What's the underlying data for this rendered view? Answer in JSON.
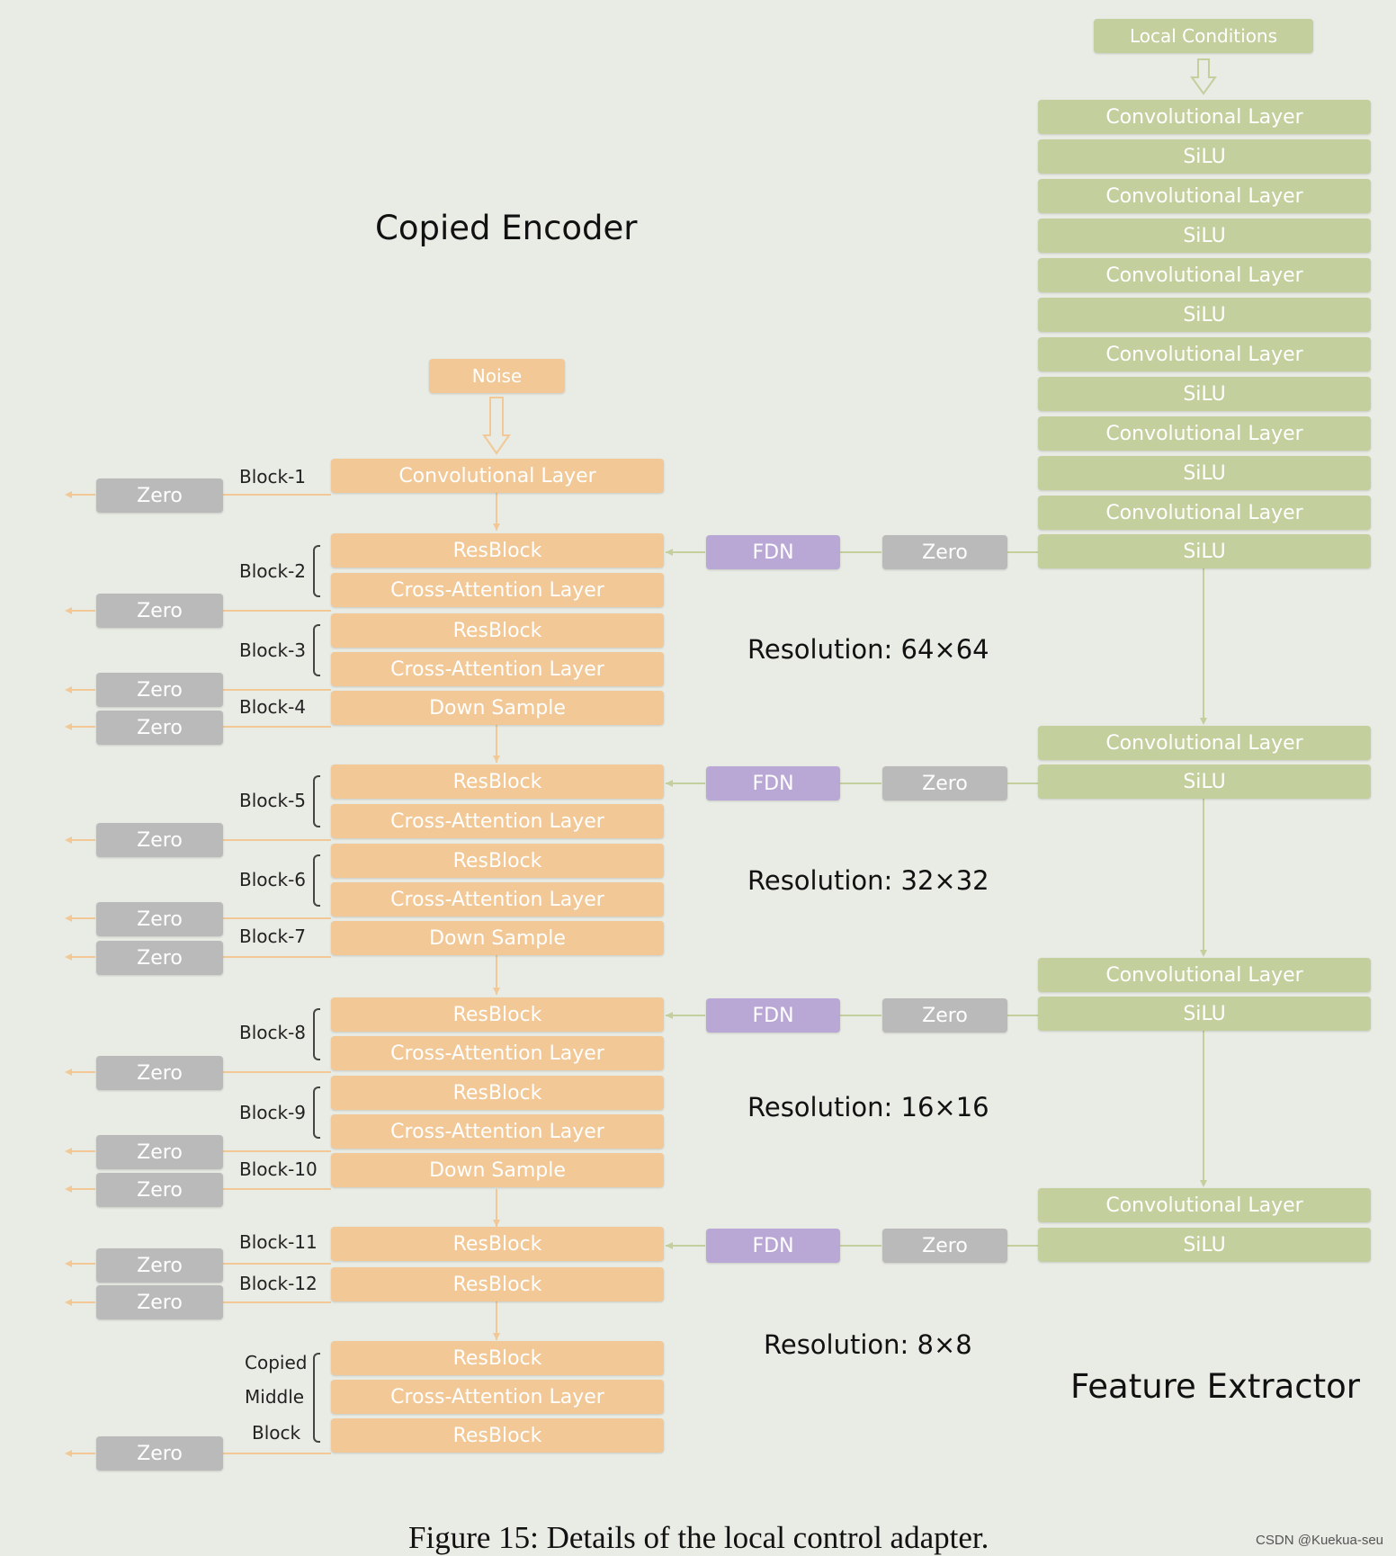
{
  "titles": {
    "encoder": "Copied Encoder",
    "extractor": "Feature Extractor"
  },
  "inputs": {
    "noise": "Noise",
    "local_conditions": "Local Conditions"
  },
  "layers": {
    "conv": "Convolutional Layer",
    "silu": "SiLU",
    "resblock": "ResBlock",
    "cross_attn": "Cross-Attention Layer",
    "down_sample": "Down Sample",
    "zero": "Zero",
    "fdn": "FDN"
  },
  "blocks": [
    "Block-1",
    "Block-2",
    "Block-3",
    "Block-4",
    "Block-5",
    "Block-6",
    "Block-7",
    "Block-8",
    "Block-9",
    "Block-10",
    "Block-11",
    "Block-12"
  ],
  "middle_block": [
    "Copied",
    "Middle",
    "Block"
  ],
  "resolutions": [
    "Resolution: 64×64",
    "Resolution: 32×32",
    "Resolution: 16×16",
    "Resolution: 8×8"
  ],
  "caption": "Figure 15: Details of the local control adapter.",
  "watermark": "CSDN @Kuekua-seu",
  "colors": {
    "encoder_layer": "#f1c896",
    "extractor_layer": "#c3cf9d",
    "zero": "#bababa",
    "fdn": "#b9a8d6",
    "background": "#e9ebe5"
  }
}
